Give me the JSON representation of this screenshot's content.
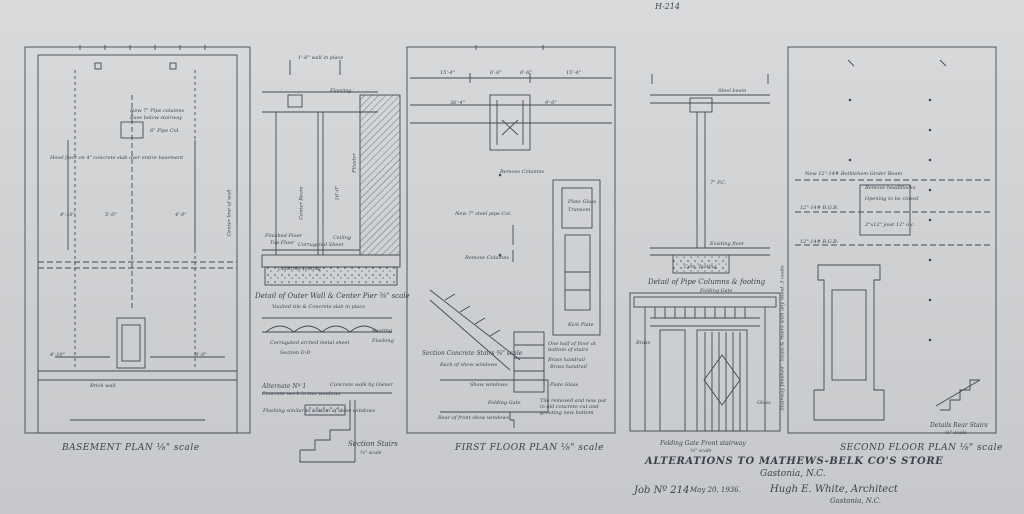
{
  "sheet": {
    "title": "ALTERATIONS TO MATHEWS-BELK CO'S STORE",
    "location": "Gastonia, N.C.",
    "job": "Job Nº 214",
    "date": "May 20, 1936.",
    "architect": "Hugh E. White, Architect",
    "architect_city": "Gastonia, N.C.",
    "corner_mark": "H-214"
  },
  "basement": {
    "caption": "BASEMENT PLAN  ⅛\" scale",
    "notes": [
      "Hood floor on 4\" concrete slab over entire basement",
      "New 7\" Pipe columns",
      "Base below stairway",
      "6\" Pipe Col.",
      "Center line of wall",
      "Brick wall"
    ],
    "dims": [
      "4'-10\"",
      "5'-0\"",
      "4'-0\"",
      "4'-10\"",
      "8'-0\""
    ]
  },
  "wall_detail": {
    "dim_top": "1'-6\" wall in place",
    "notes": [
      "Center Beam",
      "Flooring",
      "16'-0\"",
      "Pilaster",
      "Finished Floor",
      "Top Floor",
      "Corrugated Sheet",
      "Concrete footing",
      "Ceiling"
    ],
    "caption": "Detail of Outer Wall & Center Pier  ⅜\" scale",
    "subcaption": "Vaulted tile & Concrete slab in place",
    "section_notes": [
      "Corrugated arched metal sheet",
      "Section D-D",
      "Bearing",
      "Flashing"
    ]
  },
  "alternate": {
    "title": "Alternate Nº 1",
    "text": "Concrete work in two windows",
    "notes": [
      "Concrete walk by Owner",
      "Flashing similar to bottom of show windows"
    ],
    "section_caption": "Section Stairs",
    "section_scale": "⅜\" scale"
  },
  "first_floor": {
    "dims": [
      "15'-4\"",
      "6'-6\"",
      "6'-6\"",
      "15'-4\""
    ],
    "span": "36'-4\"",
    "side_dim": "9'-0\"",
    "notes": [
      "Remove Columns",
      "New 7\" steel pipe Col.",
      "Remove Columns",
      "Plate Glass",
      "Transom",
      "Kick Plate",
      "Section Concrete Stairs ⅜\" scale",
      "One half of floor at bottom of stairs",
      "Brass handrail",
      "Show windows",
      "Plate Glass",
      "Brass handrail",
      "Back of show windows",
      "Folding Gate",
      "Tile removed and new put in old concrete cut and grouting new bottom",
      "Rear of front show windows"
    ],
    "caption": "FIRST FLOOR PLAN  ⅛\" scale"
  },
  "pipe_detail": {
    "notes": [
      "7\" P.C.",
      "Existing floor",
      "Cem. footing",
      "Steel beam"
    ],
    "caption": "Detail of Pipe Columns & footing",
    "gate_notes": [
      "Brass",
      "Folding Gate",
      "Glass"
    ],
    "gate_caption": "Folding Gate Front stairway",
    "gate_scale": "⅜\" scale"
  },
  "second_floor": {
    "notes": [
      "New 12\"-14# Bethlehem Girder Beam",
      "Remove headblocks",
      "Opening to be closed",
      "12\"-14# B.G.B.",
      "2\"x12\" joist 12\" o.c.",
      "12\"-14# B.G.B.",
      "Stairway finished - Steps & risers with any wood. 3 coats",
      "Details Rear Stairs",
      "½\" scale"
    ],
    "caption": "SECOND FLOOR PLAN  ⅛\" scale"
  },
  "colors": {
    "paper": "#d2d3d5",
    "ink": "#434854",
    "shade": "#9a9ea6"
  }
}
